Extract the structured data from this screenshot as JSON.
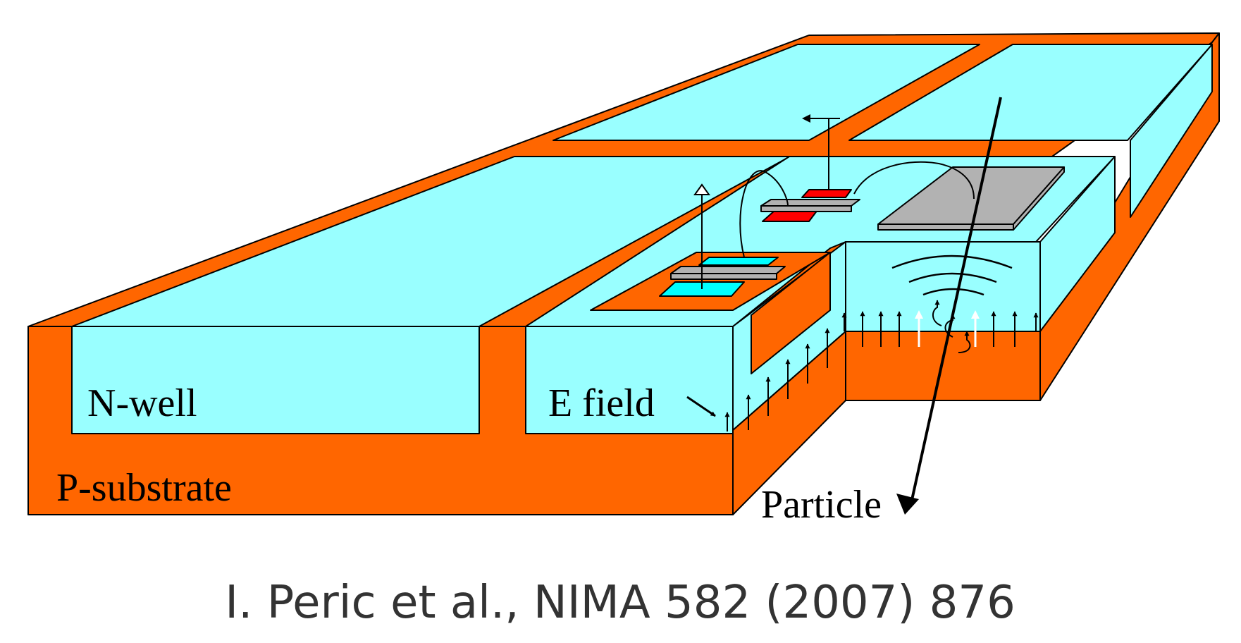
{
  "labels": {
    "nwell": "N-well",
    "efield": "E field",
    "substrate": "P-substrate",
    "particle": "Particle"
  },
  "caption": "I. Peric et al., NIMA 582 (2007) 876",
  "colors": {
    "substrate": "#FF6600",
    "nwell": "#99FFFF",
    "metal": "#B2B2B2",
    "n_diffusion": "#00FFFF",
    "p_diffusion": "#FF0000",
    "outline": "#000000",
    "caption": "#333333"
  }
}
